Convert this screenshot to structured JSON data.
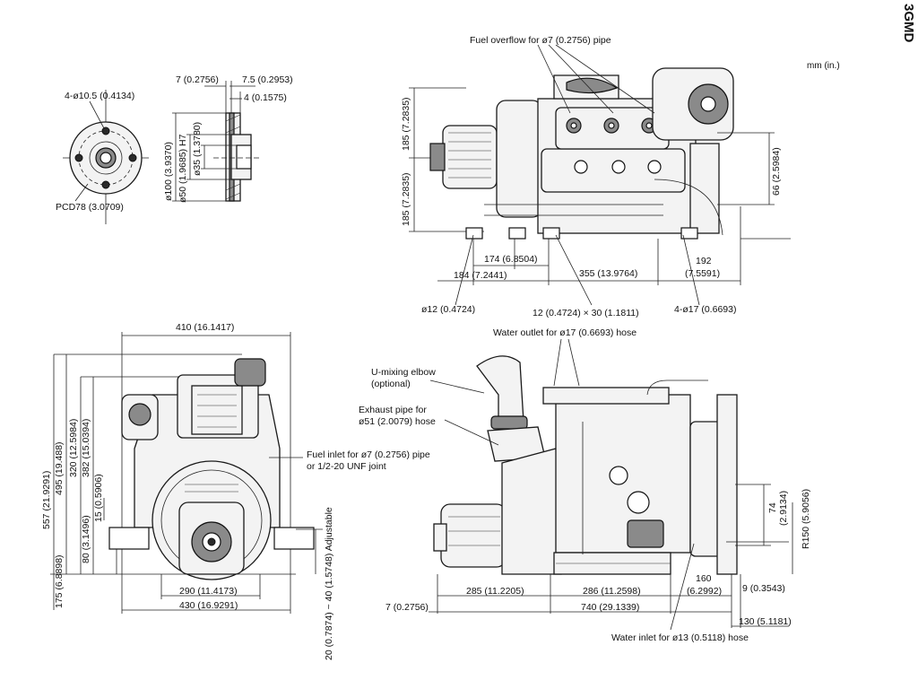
{
  "model": "3GMD",
  "units": "mm (in.)",
  "flange_view": {
    "bolt_holes": "4-ø10.5 (0.4134)",
    "pcd": "PCD78 (3.0709)",
    "outer_dia": "ø100 (3.9370)",
    "bore_h7": "ø50 (1.9685) H7",
    "inner_dia": "ø35 (1.3780)",
    "w_7": "7 (0.2756)",
    "w_7_5": "7.5 (0.2953)",
    "w_4": "4 (0.1575)"
  },
  "plan_view": {
    "fuel_overflow": "Fuel overflow for ø7 (0.2756) pipe",
    "h_upper": "185 (7.2835)",
    "h_lower": "185 (7.2835)",
    "offset_66": "66 (2.5984)",
    "d_174": "174 (6.8504)",
    "d_184": "184 (7.2441)",
    "d_355": "355 (13.9764)",
    "d_192": "192",
    "d_192_in": "(7.5591)",
    "hole_12": "ø12 (0.4724)",
    "slot": "12 (0.4724) × 30 (1.1811)",
    "mount_holes": "4-ø17 (0.6693)"
  },
  "front_view": {
    "w_410": "410 (16.1417)",
    "h_557": "557 (21.9291)",
    "h_495": "495 (19.488)",
    "h_320": "320 (12.5984)",
    "h_382": "382 (15.0394)",
    "h_15": "15 (0.5906)",
    "h_80": "80 (3.1496)",
    "h_175": "175 (6.8898)",
    "fuel_inlet_1": "Fuel inlet for ø7 (0.2756) pipe",
    "fuel_inlet_2": "or 1/2-20 UNF joint",
    "adjustable": "20 (0.7874) ~ 40 (1.5748) Adjustable",
    "w_290": "290 (11.4173)",
    "w_430": "430 (16.9291)"
  },
  "side_view": {
    "water_outlet": "Water outlet for ø17 (0.6693) hose",
    "u_elbow_1": "U-mixing elbow",
    "u_elbow_2": "(optional)",
    "exhaust_1": "Exhaust pipe for",
    "exhaust_2": "ø51 (2.0079) hose",
    "h_74": "74",
    "h_74_in": "(2.9134)",
    "r150": "R150 (5.9056)",
    "d_160": "160",
    "d_160_in": "(6.2992)",
    "d_9": "9 (0.3543)",
    "d_285": "285 (11.2205)",
    "d_286": "286 (11.2598)",
    "d_7": "7 (0.2756)",
    "d_740": "740 (29.1339)",
    "d_130": "130 (5.1181)",
    "water_inlet": "Water inlet for ø13 (0.5118) hose"
  }
}
